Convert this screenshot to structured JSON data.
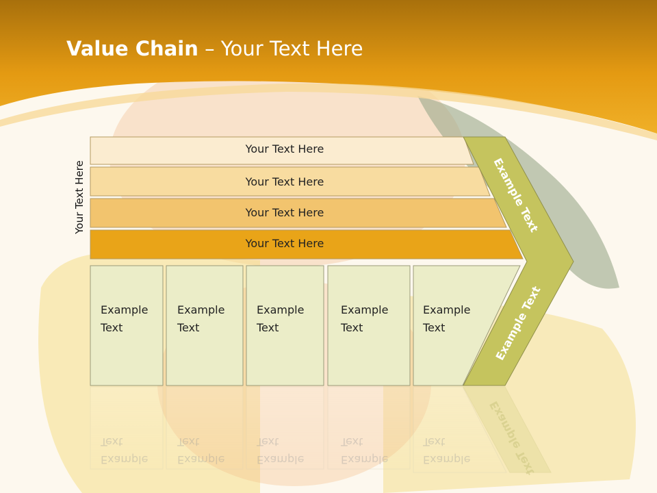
{
  "title": {
    "bold": "Value Chain",
    "rest": " – Your Text Here"
  },
  "side_label": "Your Text Here",
  "bands": [
    {
      "label": "Your Text Here",
      "color": "#fbecd0"
    },
    {
      "label": "Your Text Here",
      "color": "#f8dca0"
    },
    {
      "label": "Your Text Here",
      "color": "#f2c46e"
    },
    {
      "label": "Your Text Here",
      "color": "#e9a418"
    }
  ],
  "boxes": [
    {
      "label": "Example\nText"
    },
    {
      "label": "Example\nText"
    },
    {
      "label": "Example\nText"
    },
    {
      "label": "Example\nText"
    },
    {
      "label": "Example\nText"
    }
  ],
  "chevron": {
    "upper": "Example Text",
    "lower": "Example Text",
    "color": "#c5c45e"
  },
  "colors": {
    "header": "#e8a313",
    "box_fill": "#ebedc8",
    "box_border": "#9a9a7a"
  }
}
